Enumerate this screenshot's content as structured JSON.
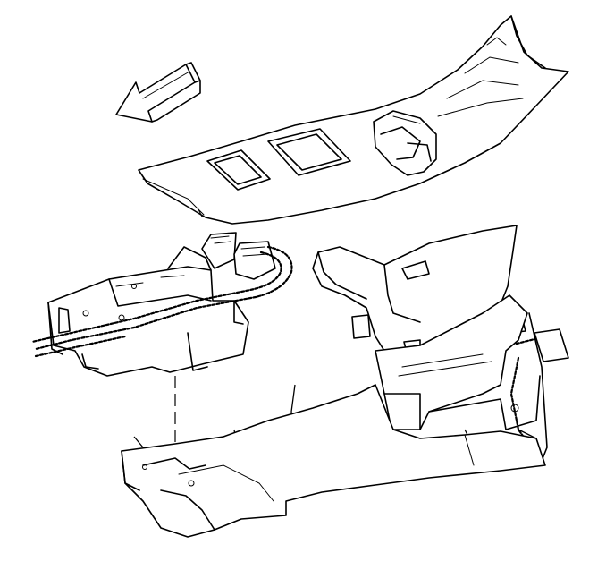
{
  "figure": {
    "kind": "exploded-view line drawing",
    "background_color": "#ffffff",
    "line_color": "#000000",
    "parts": [
      "direction-arrow",
      "console-trim-panel",
      "rear-storage-compartment",
      "wiring-harness",
      "front-console-bracket",
      "floor-mounting-bracket"
    ]
  }
}
